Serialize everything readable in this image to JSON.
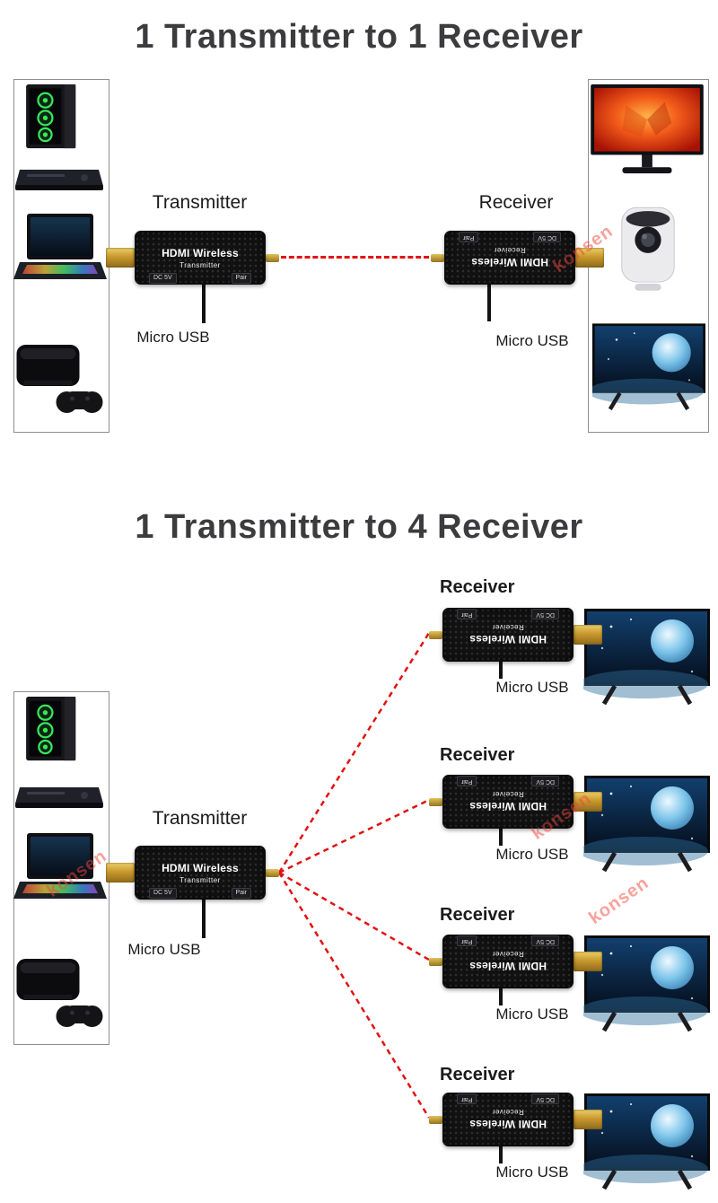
{
  "watermark": "konsen",
  "colors": {
    "connection_red": "#e31212",
    "connector_gold": "#c9992e",
    "title_gray": "#3c3c3e"
  },
  "section1": {
    "title": "1 Transmitter to 1 Receiver",
    "sources": [
      "desktop-pc",
      "dvd-player",
      "laptop",
      "game-console"
    ],
    "displays": [
      "monitor",
      "projector",
      "tv"
    ],
    "transmitter": {
      "label": "Transmitter",
      "brand": "HDMI Wireless",
      "model": "Transmitter",
      "port_dc": "DC 5V",
      "port_pair": "Pair",
      "usb": "Micro USB"
    },
    "receiver": {
      "label": "Receiver",
      "brand": "HDMI Wireless",
      "model": "Receiver",
      "port_dc": "DC 5V",
      "port_pair": "Pair",
      "usb": "Micro USB"
    }
  },
  "section2": {
    "title": "1 Transmitter to 4 Receiver",
    "sources": [
      "desktop-pc",
      "dvd-player",
      "laptop",
      "game-console"
    ],
    "transmitter": {
      "label": "Transmitter",
      "brand": "HDMI Wireless",
      "model": "Transmitter",
      "port_dc": "DC 5V",
      "port_pair": "Pair",
      "usb": "Micro USB"
    },
    "receivers": [
      {
        "label": "Receiver",
        "brand": "HDMI Wireless",
        "model": "Receiver",
        "port_dc": "DC 5V",
        "port_pair": "Pair",
        "usb": "Micro USB"
      },
      {
        "label": "Receiver",
        "brand": "HDMI Wireless",
        "model": "Receiver",
        "port_dc": "DC 5V",
        "port_pair": "Pair",
        "usb": "Micro USB"
      },
      {
        "label": "Receiver",
        "brand": "HDMI Wireless",
        "model": "Receiver",
        "port_dc": "DC 5V",
        "port_pair": "Pair",
        "usb": "Micro USB"
      },
      {
        "label": "Receiver",
        "brand": "HDMI Wireless",
        "model": "Receiver",
        "port_dc": "DC 5V",
        "port_pair": "Pair",
        "usb": "Micro USB"
      }
    ]
  }
}
